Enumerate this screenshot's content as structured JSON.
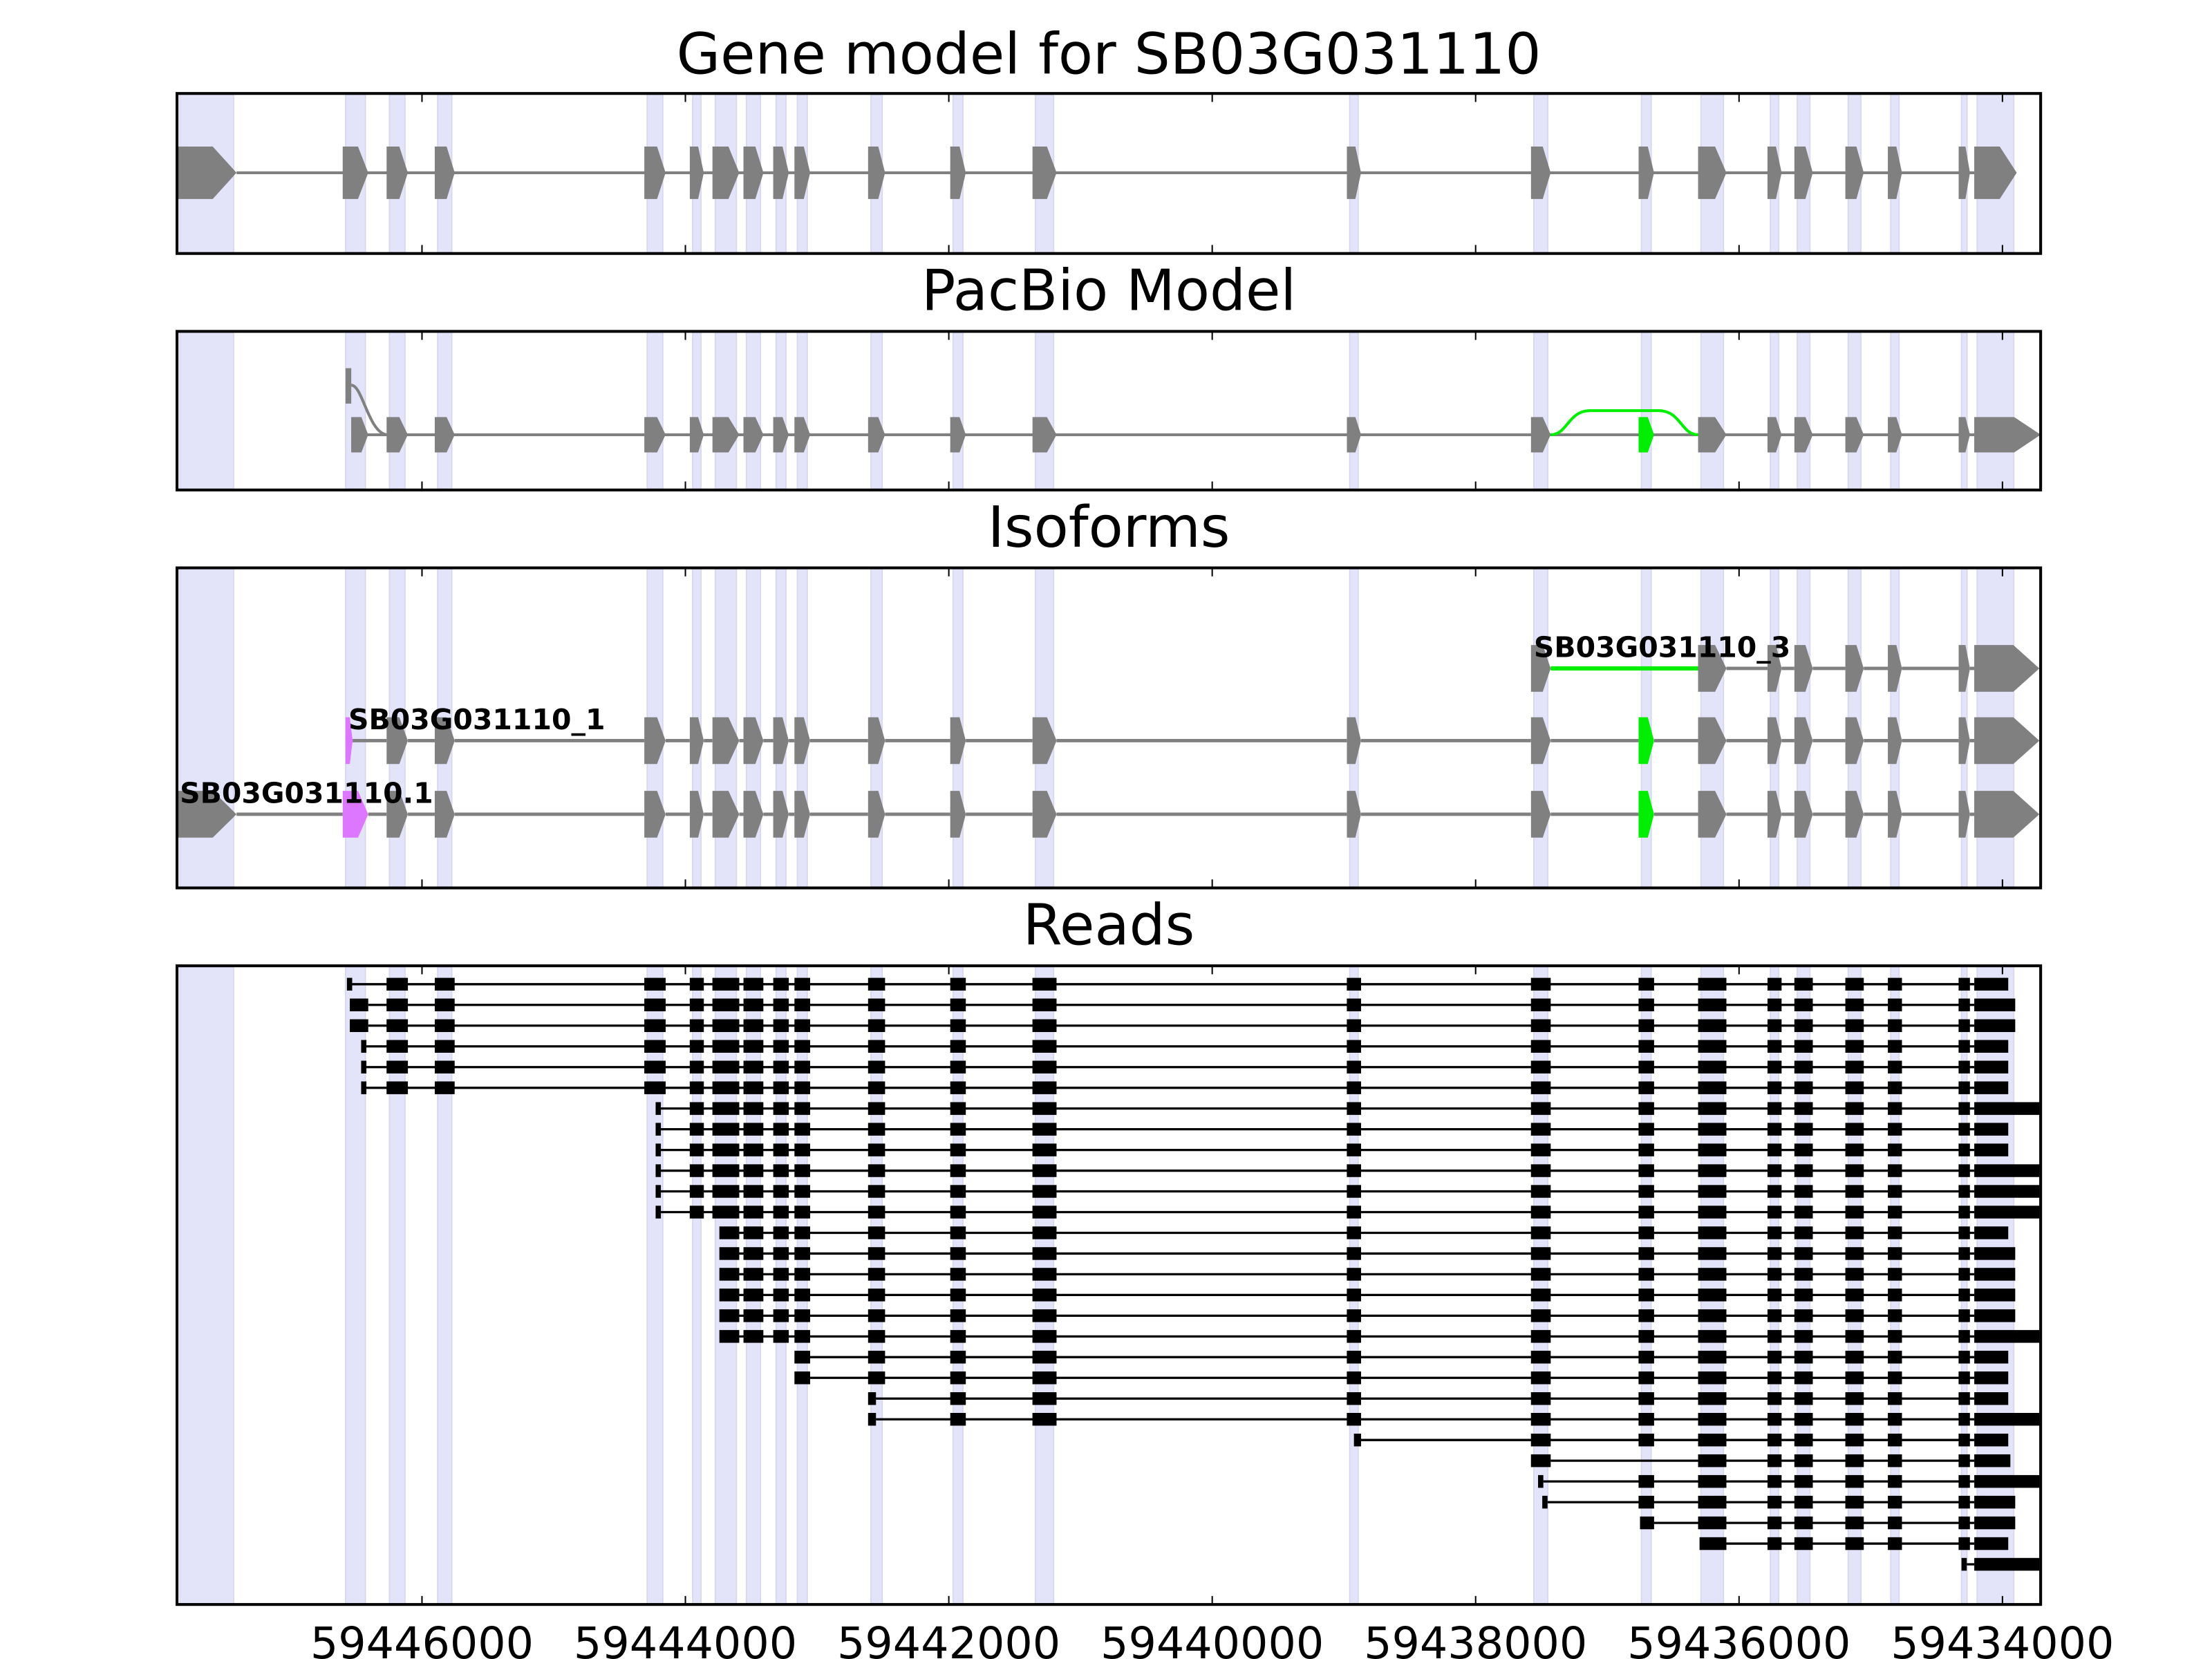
{
  "chart_data": {
    "type": "gene-structure",
    "xlim": [
      59447860,
      59433710
    ],
    "x_ticks": [
      59446000,
      59444000,
      59442000,
      59440000,
      59438000,
      59436000,
      59434000
    ],
    "x_tick_labels": [
      "59446000",
      "59444000",
      "59442000",
      "59440000",
      "59438000",
      "59436000",
      "59434000"
    ],
    "colors": {
      "exon": "#808080",
      "intron": "#808080",
      "highlight": "#e3e3fa",
      "alt_green": "#00ee00",
      "alt_magenta": "#dd77ff",
      "read": "#000000"
    },
    "exons": [
      [
        59447860,
        59447408
      ],
      [
        59446602,
        59446408
      ],
      [
        59446269,
        59446107
      ],
      [
        59445903,
        59445752
      ],
      [
        59444312,
        59444150
      ],
      [
        59443967,
        59443860
      ],
      [
        59443795,
        59443591
      ],
      [
        59443559,
        59443408
      ],
      [
        59443333,
        59443215
      ],
      [
        59443172,
        59443053
      ],
      [
        59442613,
        59442484
      ],
      [
        59441989,
        59441871
      ],
      [
        59441365,
        59441182
      ],
      [
        59438978,
        59438870
      ],
      [
        59437580,
        59437430
      ],
      [
        59436763,
        59436645
      ],
      [
        59436311,
        59436096
      ],
      [
        59435784,
        59435677
      ],
      [
        59435580,
        59435440
      ],
      [
        59435193,
        59435053
      ],
      [
        59434870,
        59434763
      ],
      [
        59434333,
        59434247
      ],
      [
        59434214,
        59433892
      ]
    ],
    "panels": [
      {
        "title": "Gene model for SB03G031110",
        "type": "gene_model",
        "exon_ids": [
          1,
          2,
          3,
          4,
          5,
          6,
          7,
          8,
          9,
          10,
          11,
          12,
          13,
          14,
          15,
          16,
          17,
          18,
          19,
          20,
          21,
          22,
          23
        ]
      },
      {
        "title": "PacBio Model",
        "type": "pacbio",
        "exon_ids": [
          2,
          3,
          4,
          5,
          6,
          7,
          8,
          9,
          10,
          11,
          12,
          13,
          14,
          15,
          16,
          17,
          18,
          19,
          20,
          21,
          22,
          23
        ],
        "start": 59446537,
        "end": 59433710,
        "alt_first_exon": [
          59446580,
          59446537
        ],
        "alt_exon_id": 16
      },
      {
        "title": "Isoforms",
        "type": "isoforms",
        "isoforms": [
          {
            "label": "SB03G031110_3",
            "exon_ids": [
              15,
              17,
              18,
              19,
              20,
              21,
              22,
              23
            ],
            "end": 59433720,
            "exon_colors": {},
            "intron_colors": {
              "15": "alt_green"
            }
          },
          {
            "label": "SB03G031110_1",
            "exon_ids": [
              2,
              3,
              4,
              5,
              6,
              7,
              8,
              9,
              10,
              11,
              12,
              13,
              14,
              15,
              16,
              17,
              18,
              19,
              20,
              21,
              22,
              23
            ],
            "first_exon": [
              59446580,
              59446527
            ],
            "end": 59433720,
            "exon_colors": {
              "2": "alt_magenta",
              "16": "alt_green"
            },
            "intron_colors": {}
          },
          {
            "label": "SB03G031110.1",
            "exon_ids": [
              1,
              2,
              3,
              4,
              5,
              6,
              7,
              8,
              9,
              10,
              11,
              12,
              13,
              14,
              15,
              16,
              17,
              18,
              19,
              20,
              21,
              22,
              23
            ],
            "end": 59433720,
            "exon_colors": {
              "2": "alt_magenta",
              "16": "alt_green"
            },
            "intron_colors": {}
          }
        ]
      },
      {
        "title": "Reads",
        "type": "reads",
        "reads": [
          {
            "start": 59446570,
            "end": 59433956,
            "head": 40
          },
          {
            "start": 59446548,
            "end": 59433903
          },
          {
            "start": 59446548,
            "end": 59433903
          },
          {
            "start": 59446462,
            "end": 59433956,
            "head": 40
          },
          {
            "start": 59446462,
            "end": 59433956,
            "head": 40
          },
          {
            "start": 59446462,
            "end": 59433956,
            "head": 40
          },
          {
            "start": 59444226,
            "end": 59433720,
            "head": 40
          },
          {
            "start": 59444226,
            "end": 59433956,
            "head": 40
          },
          {
            "start": 59444226,
            "end": 59433956,
            "head": 40
          },
          {
            "start": 59444226,
            "end": 59433720,
            "head": 40
          },
          {
            "start": 59444226,
            "end": 59433720,
            "head": 40
          },
          {
            "start": 59444226,
            "end": 59433720,
            "head": 40
          },
          {
            "start": 59443742,
            "end": 59433956
          },
          {
            "start": 59443742,
            "end": 59433903
          },
          {
            "start": 59443742,
            "end": 59433903
          },
          {
            "start": 59443742,
            "end": 59433903
          },
          {
            "start": 59443742,
            "end": 59433903
          },
          {
            "start": 59443742,
            "end": 59433720
          },
          {
            "start": 59443182,
            "end": 59433956
          },
          {
            "start": 59443182,
            "end": 59433956
          },
          {
            "start": 59442613,
            "end": 59433956,
            "head": 60
          },
          {
            "start": 59442613,
            "end": 59433720,
            "head": 60
          },
          {
            "start": 59438924,
            "end": 59433956
          },
          {
            "start": 59437580,
            "end": 59433940,
            "skip": [
              16
            ]
          },
          {
            "start": 59437526,
            "end": 59433720,
            "head": 40
          },
          {
            "start": 59437494,
            "end": 59433903,
            "head": 40
          },
          {
            "start": 59436752,
            "end": 59433903
          },
          {
            "start": 59436300,
            "end": 59433956
          },
          {
            "start": 59434311,
            "end": 59433720,
            "head": 40
          }
        ]
      }
    ]
  }
}
